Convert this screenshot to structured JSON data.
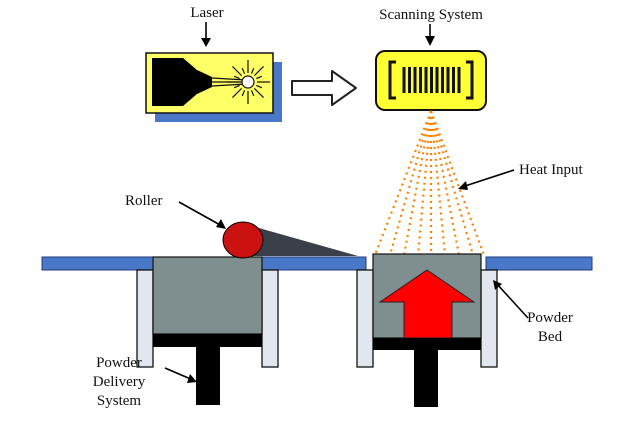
{
  "labels": {
    "laser": "Laser",
    "scanning_system": "Scanning System",
    "heat_input": "Heat Input",
    "roller": "Roller",
    "powder_bed_line1": "Powder",
    "powder_bed_line2": "Bed",
    "delivery_line1": "Powder",
    "delivery_line2": "Delivery",
    "delivery_line3": "System"
  },
  "colors": {
    "platform": "#4a78c8",
    "powder": "#7f8f8f",
    "wall": "#e2e6ee",
    "piston": "#000000",
    "roller": "#cc1111",
    "arrow_up": "#ff0000",
    "scanner": "#ffff33",
    "laser_box": "#ffff66",
    "shadow": "#4a78c8",
    "beam": "#ff8000"
  },
  "icons": {
    "transfer_arrow": "hollow-right-arrow",
    "build_arrow": "red-up-arrow"
  }
}
